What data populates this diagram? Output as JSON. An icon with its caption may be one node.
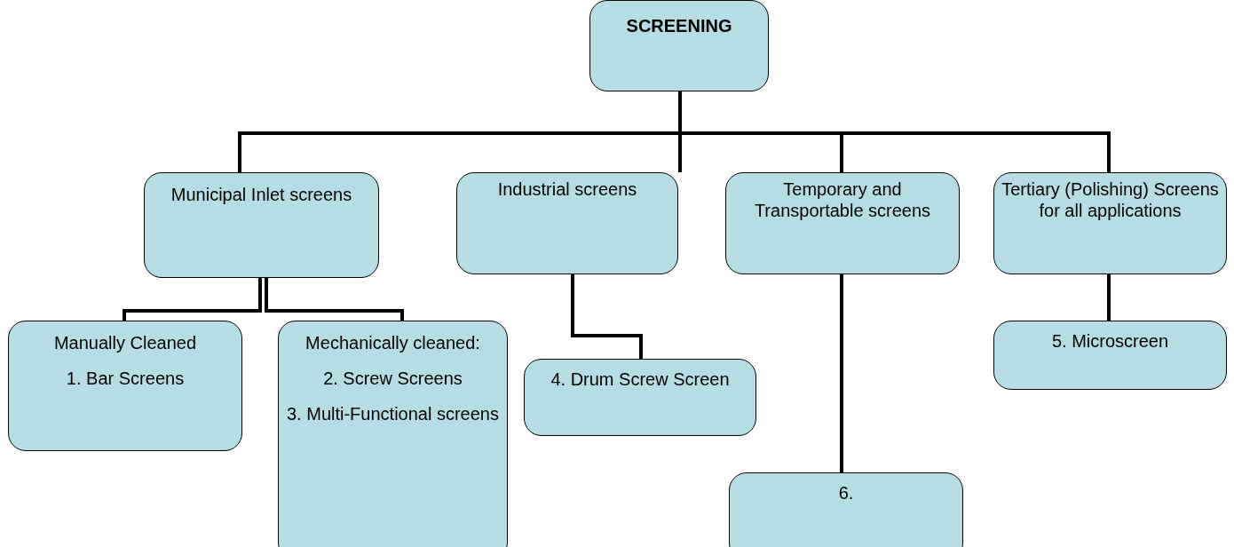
{
  "diagram": {
    "nodes": [
      {
        "text": [
          "SCREENING"
        ]
      },
      {
        "text": [
          "Municipal Inlet screens"
        ]
      },
      {
        "text": [
          "Industrial screens"
        ]
      },
      {
        "text": [
          "Temporary and Transportable screens"
        ]
      },
      {
        "text": [
          "Tertiary (Polishing) Screens for all applications"
        ]
      },
      {
        "text": [
          "Manually Cleaned",
          "1. Bar Screens"
        ]
      },
      {
        "text": [
          "Mechanically cleaned:",
          "2. Screw Screens",
          "3. Multi-Functional screens"
        ]
      },
      {
        "text": [
          "4. Drum Screw Screen"
        ]
      },
      {
        "text": [
          "5. Microscreen"
        ]
      },
      {
        "text": [
          "6."
        ]
      }
    ],
    "edges": [
      {
        "from": 0,
        "to": 1,
        "arrow": "none"
      },
      {
        "from": 0,
        "to": 2,
        "arrow": "none"
      },
      {
        "from": 0,
        "to": 3,
        "arrow": "none"
      },
      {
        "from": 0,
        "to": 4,
        "arrow": "none"
      },
      {
        "from": 1,
        "to": 5,
        "arrow": "none"
      },
      {
        "from": 1,
        "to": 6,
        "arrow": "none"
      },
      {
        "from": 2,
        "to": 7,
        "arrow": "none"
      },
      {
        "from": 3,
        "to": 9,
        "arrow": "none"
      },
      {
        "from": 4,
        "to": 8,
        "arrow": "none"
      }
    ]
  }
}
